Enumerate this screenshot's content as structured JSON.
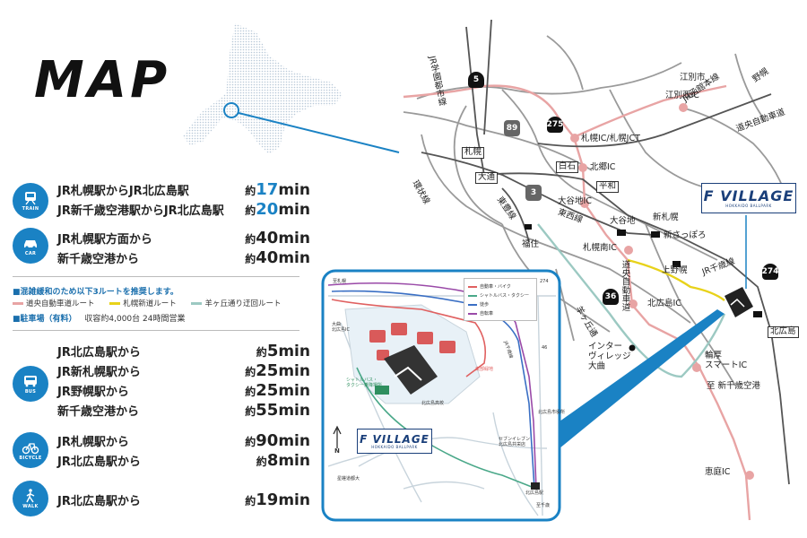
{
  "title": "MAP",
  "colors": {
    "accent": "#1a82c4",
    "road_gray": "#9a9a9a",
    "rail": "#555555",
    "expressway_route": "#e8a4a4",
    "shinmichi_route": "#e8d21a",
    "hitsujigaoka_route": "#9cc9c2",
    "inset_border": "#1a82c4"
  },
  "routes": {
    "train": {
      "icon": "train-icon",
      "caption": "TRAIN",
      "rows": [
        {
          "from": "JR札幌駅からJR北広島駅",
          "prefix": "約",
          "value": "17",
          "unit": "min"
        },
        {
          "from": "JR新千歳空港駅からJR北広島駅",
          "prefix": "約",
          "value": "20",
          "unit": "min"
        }
      ]
    },
    "car": {
      "icon": "car-icon",
      "caption": "CAR",
      "rows": [
        {
          "from": "JR札幌駅方面から",
          "prefix": "約",
          "value": "40",
          "unit": "min"
        },
        {
          "from": "新千歳空港から",
          "prefix": "約",
          "value": "40",
          "unit": "min"
        }
      ]
    },
    "bus": {
      "icon": "bus-icon",
      "caption": "BUS",
      "rows": [
        {
          "from": "JR北広島駅から",
          "prefix": "約",
          "value": "5",
          "unit": "min"
        },
        {
          "from": "JR新札幌駅から",
          "prefix": "約",
          "value": "25",
          "unit": "min"
        },
        {
          "from": "JR野幌駅から",
          "prefix": "約",
          "value": "25",
          "unit": "min"
        },
        {
          "from": "新千歳空港から",
          "prefix": "約",
          "value": "55",
          "unit": "min"
        }
      ]
    },
    "bicycle": {
      "icon": "bicycle-icon",
      "caption": "BICYCLE",
      "rows": [
        {
          "from": "JR札幌駅から",
          "prefix": "約",
          "value": "90",
          "unit": "min"
        },
        {
          "from": "JR北広島駅から",
          "prefix": "約",
          "value": "8",
          "unit": "min"
        }
      ]
    },
    "walk": {
      "icon": "walk-icon",
      "caption": "WALK",
      "rows": [
        {
          "from": "JR北広島駅から",
          "prefix": "約",
          "value": "19",
          "unit": "min"
        }
      ]
    }
  },
  "congestion_note": "■混雑緩和のため以下3ルートを推奨します。",
  "recommended_routes": [
    {
      "label": "道央自動車道ルート",
      "color": "#e8a4a4"
    },
    {
      "label": "札幌新道ルート",
      "color": "#e8d21a"
    },
    {
      "label": "羊ヶ丘通り迂回ルート",
      "color": "#9cc9c2"
    }
  ],
  "parking": {
    "label": "■駐車場（有料）",
    "detail": "収容約4,000台 24時間営業"
  },
  "map_labels": {
    "sapporo": "札幌",
    "odori": "大通",
    "fukuzumi": "福住",
    "shiroishi": "白石",
    "heiwa": "平和",
    "oyachi": "大谷地",
    "shin_sapporo_jr": "新札幌",
    "shin_sapporo": "新さっぽろ",
    "kamionoppro": "上野幌",
    "kitahiroshima": "北広島",
    "ebetsu": "江別市",
    "ebetsu_nishi_ic": "江別西IC",
    "sapporo_ic": "札幌IC/札幌JCT",
    "kitago_ic": "北郷IC",
    "oyachi_ic": "大谷地IC",
    "sapporo_minami_ic": "札幌南IC",
    "kitahiroshima_ic": "北広島IC",
    "wattsu_ic": "輪厚\nスマートIC",
    "to_airport": "至 新千歳空港",
    "eniwa_ic": "恵庭IC",
    "interville": "インター\nヴィレッジ\n大曲",
    "jr_hakodate_line": "JR函館本線",
    "nopporo": "野幌",
    "doo_expressway": "道央自動車道",
    "jr_gakuen_toshi_line": "JR学園都市線",
    "kanjo_line": "環状線",
    "toho_line": "東豊線",
    "tozai_line": "東西線",
    "doo_expressway_v": "道央自動車道",
    "jr_chitose_line": "JR千歳線",
    "hitsujigaoka_dori": "羊ヶ丘通",
    "road_5": "5",
    "road_89": "89",
    "road_275": "275",
    "road_3": "3",
    "road_36": "36",
    "road_274": "274"
  },
  "fvillage": {
    "name": "F VILLAGE",
    "sub": "HOKKAIDO BALLPARK"
  },
  "inset": {
    "legend": [
      {
        "label": "自動車・バイク",
        "color": "#e06060"
      },
      {
        "label": "シャトルバス・タクシー",
        "color": "#4aa889"
      },
      {
        "label": "徒歩",
        "color": "#3a6fc4"
      },
      {
        "label": "自転車",
        "color": "#9a4aa8"
      }
    ],
    "labels": {
      "parking_p": "P",
      "shuttle": "シャトルバス・\nタクシー乗降場所",
      "kitahiroshima_station": "北広島駅",
      "seven_eleven": "セブンイレブン\n北広島共栄店",
      "north_high": "北広島高校",
      "kitahiroshima_ic_small": "大曲\n北広島IC",
      "city_hall": "北広島市役所",
      "north_arrow": "N",
      "route_46": "46",
      "route_274": "274",
      "to_sapporo": "至札幌",
      "to_chitose": "至千歳",
      "toei": "東部緑地",
      "hokkaido_univ": "星槎道都大",
      "jr_line": "JR千歳線"
    }
  }
}
